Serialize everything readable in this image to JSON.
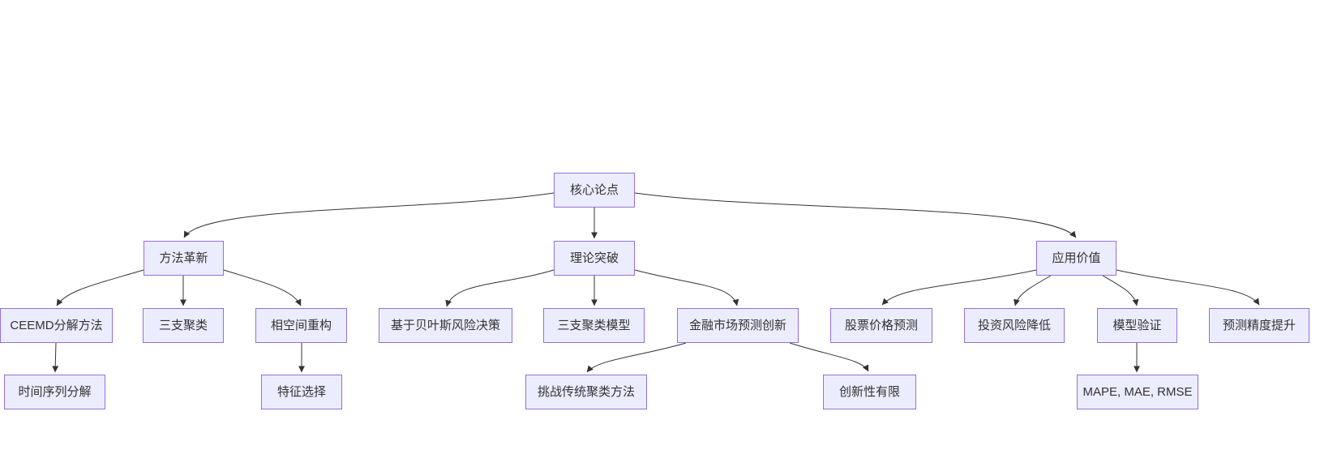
{
  "diagram": {
    "type": "flowchart",
    "direction": "top-down",
    "colors": {
      "node_fill": "#ECECFF",
      "node_border": "#9370DB",
      "edge": "#333333",
      "text": "#333333",
      "background": "#ffffff"
    },
    "nodes": {
      "core": {
        "label": "核心论点"
      },
      "method": {
        "label": "方法革新"
      },
      "theory": {
        "label": "理论突破"
      },
      "application": {
        "label": "应用价值"
      },
      "ceemd": {
        "label": "CEEMD分解方法"
      },
      "threeway": {
        "label": "三支聚类"
      },
      "phase": {
        "label": "相空间重构"
      },
      "bayes": {
        "label": "基于贝叶斯风险决策"
      },
      "twcmodel": {
        "label": "三支聚类模型"
      },
      "finance": {
        "label": "金融市场预测创新"
      },
      "stock": {
        "label": "股票价格预测"
      },
      "risk": {
        "label": "投资风险降低"
      },
      "validation": {
        "label": "模型验证"
      },
      "precision": {
        "label": "预测精度提升"
      },
      "tsdecomp": {
        "label": "时间序列分解"
      },
      "feature": {
        "label": "特征选择"
      },
      "challenge": {
        "label": "挑战传统聚类方法"
      },
      "limited": {
        "label": "创新性有限"
      },
      "mape": {
        "label": "MAPE, MAE, RMSE"
      }
    },
    "edges": [
      {
        "from": "core",
        "to": "method"
      },
      {
        "from": "core",
        "to": "theory"
      },
      {
        "from": "core",
        "to": "application"
      },
      {
        "from": "method",
        "to": "ceemd"
      },
      {
        "from": "method",
        "to": "threeway"
      },
      {
        "from": "method",
        "to": "phase"
      },
      {
        "from": "theory",
        "to": "bayes"
      },
      {
        "from": "theory",
        "to": "twcmodel"
      },
      {
        "from": "theory",
        "to": "finance"
      },
      {
        "from": "application",
        "to": "stock"
      },
      {
        "from": "application",
        "to": "risk"
      },
      {
        "from": "application",
        "to": "validation"
      },
      {
        "from": "application",
        "to": "precision"
      },
      {
        "from": "ceemd",
        "to": "tsdecomp"
      },
      {
        "from": "phase",
        "to": "feature"
      },
      {
        "from": "finance",
        "to": "challenge"
      },
      {
        "from": "finance",
        "to": "limited"
      },
      {
        "from": "validation",
        "to": "mape"
      }
    ]
  }
}
